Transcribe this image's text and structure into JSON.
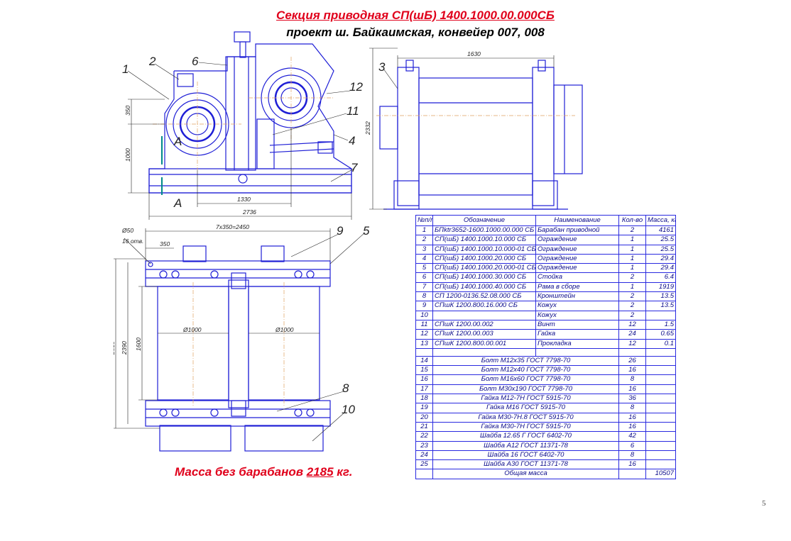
{
  "header": {
    "title": "Секция приводная СП(шБ) 1400.1000.00.000СБ",
    "subtitle": "проект ш. Байкаимская, конвейер 007, 008"
  },
  "footer": {
    "mass_prefix": "Масса без барабанов ",
    "mass_value": "2185",
    "mass_suffix": " кг.",
    "page_number": "5"
  },
  "side_view": {
    "callouts": [
      "1",
      "2",
      "6",
      "12",
      "11",
      "4",
      "7"
    ],
    "section_mark": "А",
    "dims": {
      "d350": "350",
      "d1000": "1000",
      "d1330": "1330",
      "d2736": "2736"
    }
  },
  "front_view": {
    "callouts": [
      "3"
    ],
    "dims": {
      "d1630": "1630",
      "d2332": "2332"
    }
  },
  "top_view": {
    "callouts": [
      "9",
      "5",
      "8",
      "10"
    ],
    "dims": {
      "d50": "Ø50",
      "d16": "16 отв.",
      "d7x350": "7х350=2450",
      "d350": "350",
      "d2510": "2510",
      "d2390": "2390",
      "d1600": "1600",
      "drum_left": "Ø1000",
      "drum_right": "Ø1000"
    }
  },
  "spec_table": {
    "headers": [
      "№п/п",
      "Обозначение",
      "Наименование",
      "Кол-во",
      "Масса, кг"
    ],
    "rows": [
      [
        "1",
        "БПktr3652-1600.1000.00.000 СБ",
        "Барабан приводной",
        "2",
        "4161"
      ],
      [
        "2",
        "СП(шБ) 1400.1000.10.000 СБ",
        "Ограждение",
        "1",
        "25.5"
      ],
      [
        "3",
        "СП(шБ) 1400.1000.10.000-01 СБ",
        "Ограждение",
        "1",
        "25.5"
      ],
      [
        "4",
        "СП(шБ) 1400.1000.20.000 СБ",
        "Ограждение",
        "1",
        "29.4"
      ],
      [
        "5",
        "СП(шБ) 1400.1000.20.000-01 СБ",
        "Ограждение",
        "1",
        "29.4"
      ],
      [
        "6",
        "СП(шБ) 1400.1000.30.000 СБ",
        "Стойка",
        "2",
        "6.4"
      ],
      [
        "7",
        "СП(шБ) 1400.1000.40.000 СБ",
        "Рама в сборе",
        "1",
        "1919"
      ],
      [
        "8",
        "СП 1200-0136.52.08.000 СБ",
        "Кронштейн",
        "2",
        "13.5"
      ],
      [
        "9",
        "СПшК 1200.800.16.000 СБ",
        "Кожух",
        "2",
        "13.5"
      ],
      [
        "10",
        "",
        "Кожух",
        "2",
        ""
      ],
      [
        "11",
        "СПшК 1200.00.002",
        "Винт",
        "12",
        "1.5"
      ],
      [
        "12",
        "СПшК 1200.00.003",
        "Гайка",
        "24",
        "0.65"
      ],
      [
        "13",
        "СПшК 1200.800.00.001",
        "Прокладка",
        "12",
        "0.1"
      ]
    ],
    "std_rows": [
      [
        "14",
        "Болт М12х35 ГОСТ 7798-70",
        "26"
      ],
      [
        "15",
        "Болт М12х40 ГОСТ 7798-70",
        "16"
      ],
      [
        "16",
        "Болт М16х60 ГОСТ 7798-70",
        "8"
      ],
      [
        "17",
        "Болт М30х190 ГОСТ 7798-70",
        "16"
      ],
      [
        "18",
        "Гайка М12-7Н ГОСТ 5915-70",
        "36"
      ],
      [
        "19",
        "Гайка М16 ГОСТ 5915-70",
        "8"
      ],
      [
        "20",
        "Гайка М30-7Н.8 ГОСТ 5915-70",
        "16"
      ],
      [
        "21",
        "Гайка М30-7Н ГОСТ 5915-70",
        "16"
      ],
      [
        "22",
        "Шайба 12.65 Г ГОСТ 6402-70",
        "42"
      ],
      [
        "23",
        "Шайба А12 ГОСТ 11371-78",
        "6"
      ],
      [
        "24",
        "Шайба 16 ГОСТ 6402-70",
        "8"
      ],
      [
        "25",
        "Шайба А30 ГОСТ 11371-78",
        "16"
      ]
    ],
    "total_label": "Общая масса",
    "total_value": "10507"
  },
  "colors": {
    "line": "#1f1fd6",
    "dim": "#222222",
    "title": "#e0001b",
    "center": "#e0a060"
  }
}
